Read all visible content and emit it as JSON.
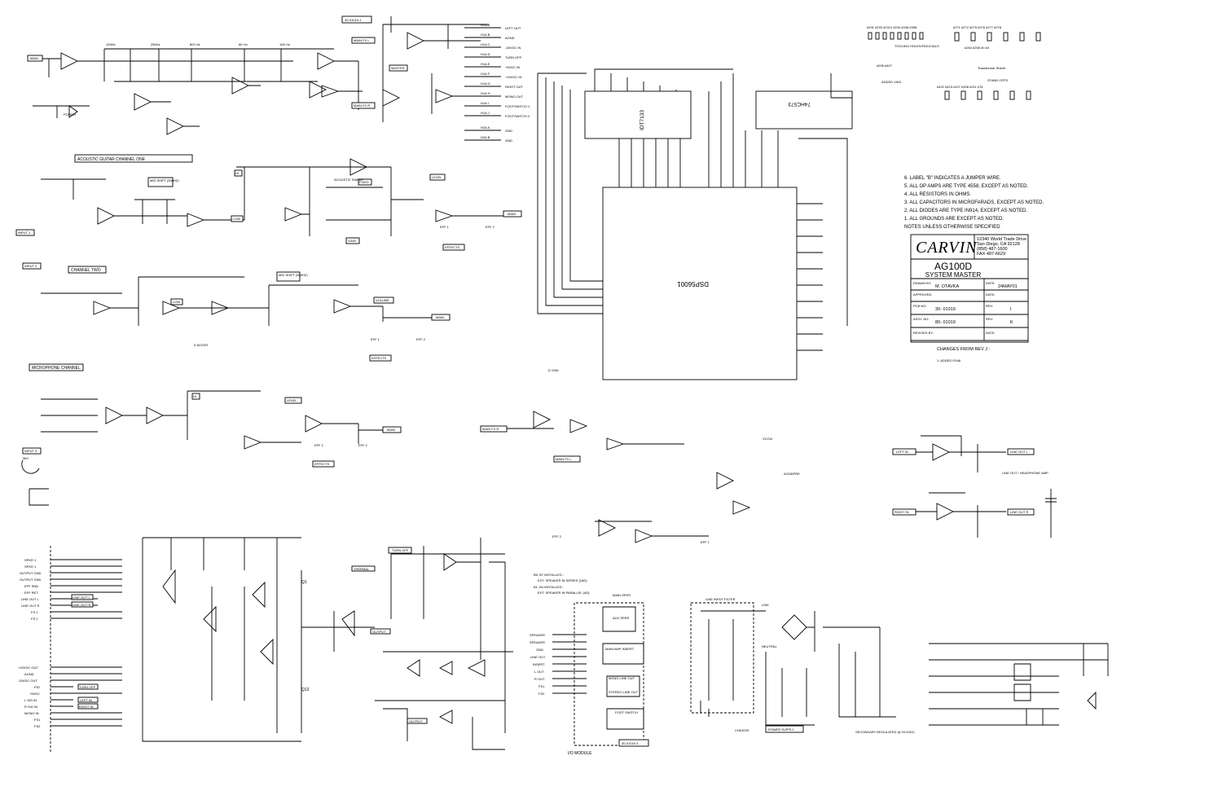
{
  "sheet_refs": [
    "30-01019-1",
    "30-01019-3"
  ],
  "block_labels": {
    "acoustic": "ACOUSTIC GUITAR CHANNEL ONE",
    "channel_two": "CHANNEL TWO",
    "microphone": "MICROPHONE CHANNEL",
    "io_module": "I/O MODULE",
    "power_supply": "POWER SUPPLY",
    "line_out_amp": "LINE OUT / HEADPHONE AMP",
    "line_input_filter": "LINE INPUT FILTER",
    "secondary_regulated": "SECONDARY REGULATED @ 20.5VDC",
    "transformer_shield": "Transformer Shield",
    "stand_offs": "STAND OFFS",
    "added_vias": "ADDED VIAS",
    "tooling_holes": "TOOLING HOLES/FIDUCIALS"
  },
  "tags": {
    "main": "MAIN",
    "main_fx_l": "MAIN FX L",
    "main_fx_r": "MAIN FX R",
    "input1": "INPUT 1",
    "input2": "INPUT 2",
    "input3": "INPUT 3",
    "mic": "MIC",
    "mid_shift_500": "MID SHIFT (500HZ)",
    "low": "LOW",
    "hi": "HI",
    "fixed": "FIXED",
    "gain": "GAIN",
    "level": "LEVEL",
    "effects": "EFFECTS",
    "volume": "VOLUME",
    "master": "MASTER",
    "eff1": "EFF 1",
    "eff2": "EFF 2",
    "power": "POWER",
    "turn_off": "TURN OFF",
    "thermal": "THERMAL",
    "output": "OUTPUT",
    "q1": "Q1",
    "q12": "Q12",
    "left_in": "LEFT IN",
    "right_in": "RIGHT IN",
    "line_out_l": "LINE OUT L",
    "line_out_r": "LINE OUT R",
    "agndpre": "AGNDPRE",
    "vccm": "VCCM",
    "dgnd": "D GND",
    "chassis": "CHASSIS",
    "neutral": "NEUTRAL",
    "line": "LINE",
    "acoustic_sweep": "ACOUSTIC SWEEP",
    "d_boost": "D BOOST"
  },
  "chips": {
    "u5": "IDT7133",
    "u6": "DSP56001",
    "u7": "74HC573"
  },
  "eq_labels": [
    "100Hz",
    "250Hz",
    "800 Hz",
    "6K Hz",
    "10K Hz"
  ],
  "connectors_left": [
    "SPKR 1",
    "SPKR 1",
    "OUTPUT GND",
    "OUTPUT GND",
    "EFF SND",
    "EFF RET",
    "LINE OUT L",
    "LINE OUT R",
    "FS 1",
    "FS 2"
  ],
  "connectors_left2": [
    "+15VDC OUT",
    "AGND",
    "-15VDC OUT",
    "PIO",
    "+5VDC",
    "L SIG IN",
    "R SIG IN",
    "MONO IN",
    "FS1",
    "FS2"
  ],
  "io_labels": [
    "SPEAKER",
    "SPEAKER",
    "GND",
    "LINE OUT",
    "INSERT",
    "L OUT",
    "R OUT",
    "FS1",
    "FS2"
  ],
  "io_boxes": [
    "MAIN AMP INSERT",
    "MONO LINE OUT",
    "STEREO LINE OUT",
    "FOOT SWITCH",
    "MAIN SPKR",
    "AUX SPKR"
  ],
  "io_notes": [
    "B5, B7 INSTALLED :",
    "EXT. SPEAKER IN SERIES (16Ω)",
    "B1, B4 INSTALLED :",
    "EXT. SPEAKER IN PARALLEL (4Ω)"
  ],
  "header_pins": [
    "H1A A",
    "H1A B",
    "H1A C",
    "H1A D",
    "H1A E",
    "H1A F",
    "H1A G",
    "H1A H",
    "H1A I",
    "H1A J",
    "H2A A",
    "H2A B"
  ],
  "header_pin_labels": [
    "LEFT OUT",
    "AGND",
    "-15VDC IN",
    "TURN OFF",
    "+5VDC IN",
    "+15VDC IN",
    "RIGHT OUT",
    "MONO OUT",
    "FOOTSWITCH 1",
    "FOOTSWITCH 2",
    "GND",
    "GND"
  ],
  "notes": [
    "6.  LABEL \"B\" INDICATES A JUMPER WIRE.",
    "5.  ALL OP AMPS ARE TYPE 4558, EXCEPT AS NOTED.",
    "4.  ALL RESISTORS IN OHMS.",
    "3.  ALL CAPACITORS IN MICROFARADS, EXCEPT AS NOTED.",
    "2.  ALL DIODES ARE TYPE IN914, EXCEPT AS NOTED.",
    "1.  ALL GROUNDS ARE     EXCEPT AS NOTED.",
    "NOTES UNLESS OTHERWISE SPECIFIED"
  ],
  "title_block": {
    "company": "CARVIN",
    "address_1": "12340 World Trade Drive",
    "address_2": "San Diego, CA  92128",
    "phone": "(858) 487-1600",
    "fax": "FAX 487-6629",
    "title": "AG100D",
    "subtitle": "SYSTEM MASTER",
    "drawn_by_label": "DRAWN BY:",
    "drawn_by": "M. OTAVKA",
    "date_label": "DATE:",
    "date": "24MAY01",
    "approved_label": "APPROVED:",
    "approved_date_label": "DATE:",
    "pcb_label": "PCB NO:",
    "pcb_no": "30- 01019",
    "rev_label": "REV:",
    "pcb_rev": "I",
    "assy_label": "ASSY. NO:",
    "assy_no": "80- 01019",
    "assy_rev": "K",
    "revised_label": "REVISED BY:",
    "revised_date_label": "DATE:",
    "changes_label": "CHANGES FROM REV J :",
    "changes_1": "1. ADDED R168"
  },
  "tooling": {
    "row1": [
      "#291",
      "#290",
      "#2312",
      "#234",
      "#248",
      "#308"
    ],
    "row2": [
      "#271",
      "#272",
      "#275",
      "#276",
      "#277",
      "#278"
    ],
    "row3": [
      "#254",
      "#255",
      "#0",
      "#3"
    ],
    "vias": [
      "#205",
      "#627"
    ],
    "standoffs": [
      "#422",
      "#423",
      "#107",
      "#208",
      "#211",
      "#78"
    ]
  },
  "colors": {
    "ink": "#000000",
    "paper": "#ffffff"
  }
}
